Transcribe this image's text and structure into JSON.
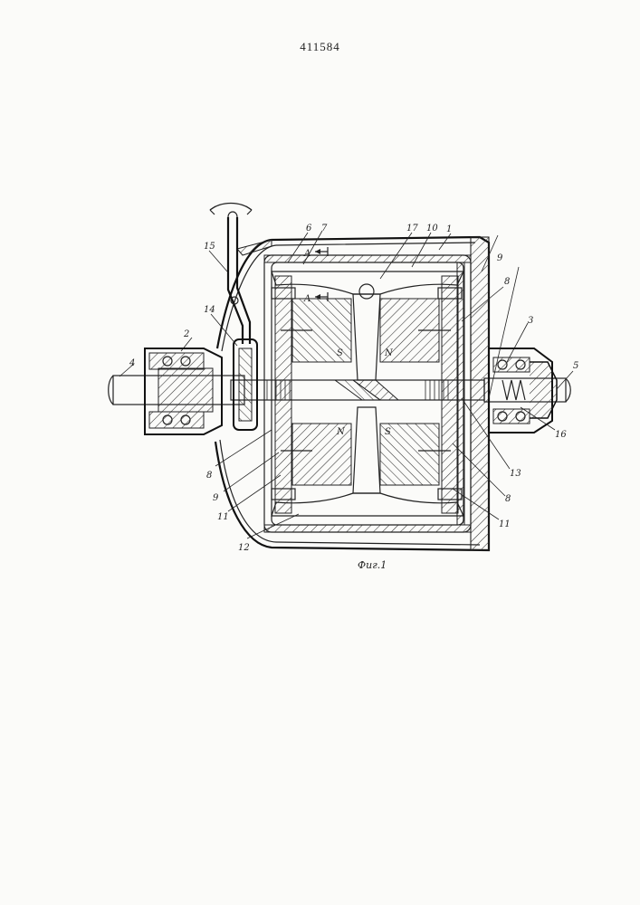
{
  "document": {
    "page_number": "411584",
    "figure_caption": "Фиг.1"
  },
  "diagram": {
    "section_marker": "A",
    "part_labels": [
      "1",
      "2",
      "3",
      "4",
      "5",
      "6",
      "7",
      "8",
      "8",
      "8",
      "9",
      "9",
      "10",
      "11",
      "11",
      "12",
      "13",
      "14",
      "15",
      "16",
      "17"
    ]
  }
}
